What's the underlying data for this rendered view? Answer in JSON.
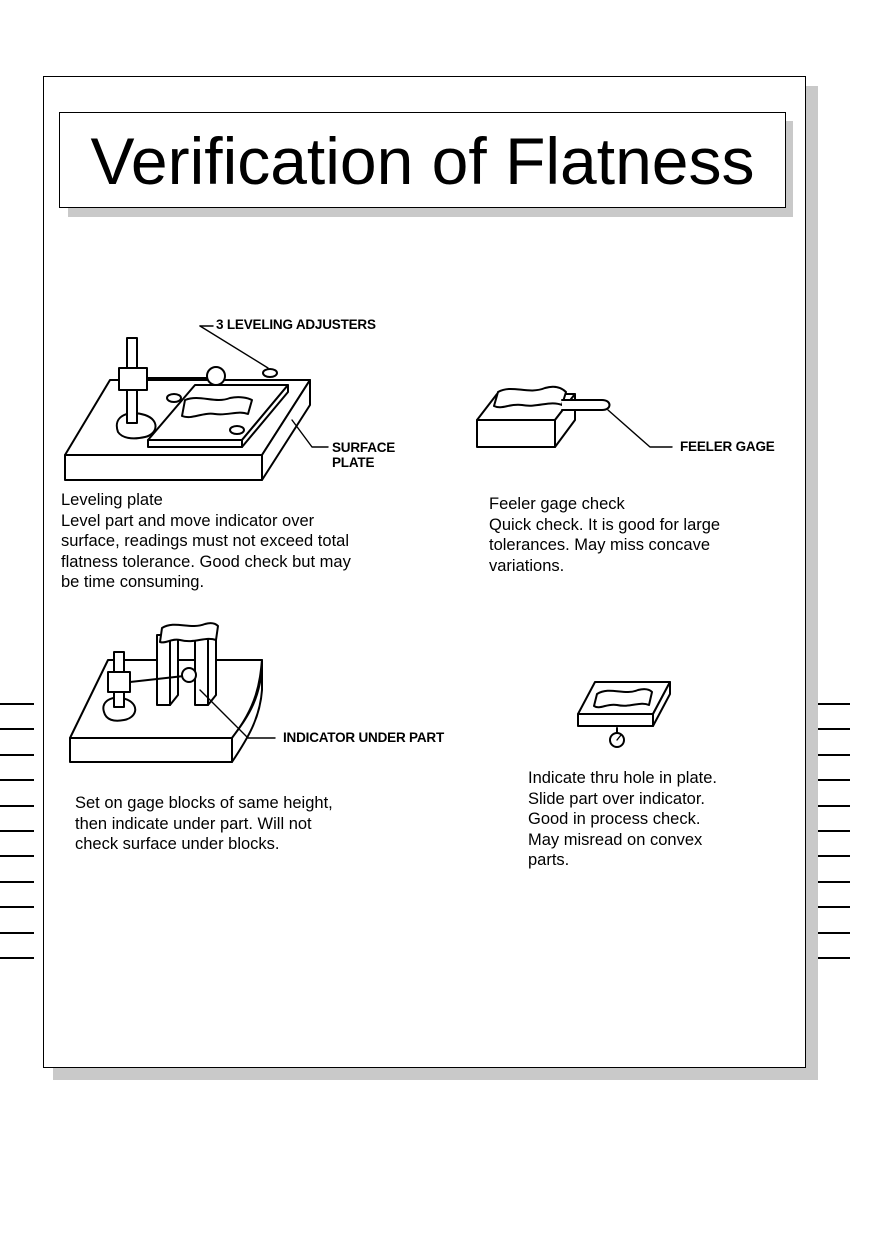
{
  "slide": {
    "title": "Verification of Flatness"
  },
  "methods": [
    {
      "heading": "Leveling plate",
      "lines": [
        "Level part and move indicator over",
        "surface, readings must not exceed total",
        "flatness tolerance. Good check but may",
        "be time consuming."
      ],
      "callouts": [
        "3 LEVELING ADJUSTERS",
        "SURFACE",
        "PLATE"
      ]
    },
    {
      "heading": "Feeler gage check",
      "lines": [
        "Quick check.  It is good for large",
        "tolerances.  May miss concave",
        "variations."
      ],
      "callouts": [
        "FEELER GAGE"
      ]
    },
    {
      "lines": [
        "Set on gage blocks of same height,",
        "then indicate under part.  Will not",
        "check surface under blocks."
      ],
      "callouts": [
        "INDICATOR UNDER PART"
      ]
    },
    {
      "lines": [
        "Indicate thru hole in plate.",
        "Slide part over indicator.",
        "Good in process check.",
        "May misread on convex",
        "parts."
      ]
    }
  ]
}
